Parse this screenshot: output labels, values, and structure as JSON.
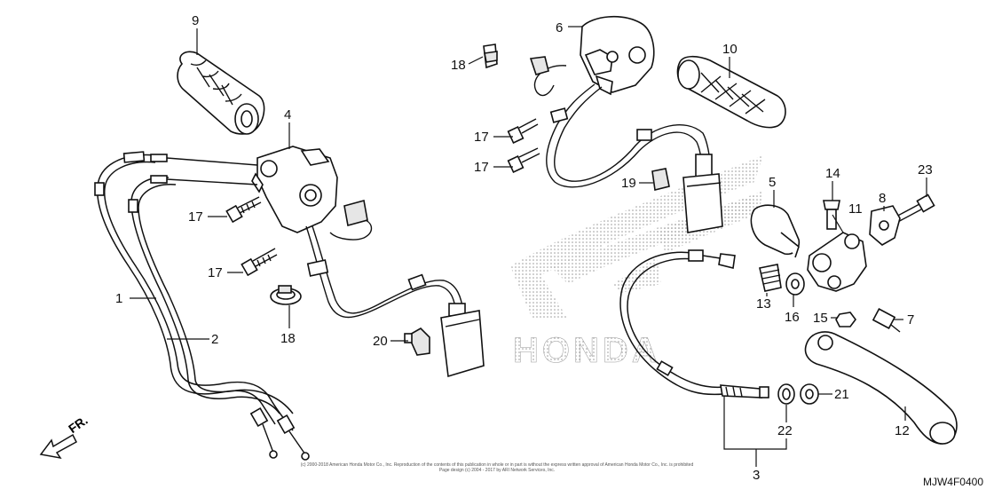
{
  "callouts": [
    {
      "id": "c9",
      "text": "9"
    },
    {
      "id": "c4",
      "text": "4"
    },
    {
      "id": "c17a",
      "text": "17"
    },
    {
      "id": "c17b",
      "text": "17"
    },
    {
      "id": "c1",
      "text": "1"
    },
    {
      "id": "c2",
      "text": "2"
    },
    {
      "id": "c18a",
      "text": "18"
    },
    {
      "id": "c20",
      "text": "20"
    },
    {
      "id": "c6",
      "text": "6"
    },
    {
      "id": "c18b",
      "text": "18"
    },
    {
      "id": "c17c",
      "text": "17"
    },
    {
      "id": "c17d",
      "text": "17"
    },
    {
      "id": "c10",
      "text": "10"
    },
    {
      "id": "c19",
      "text": "19"
    },
    {
      "id": "c5",
      "text": "5"
    },
    {
      "id": "c14",
      "text": "14"
    },
    {
      "id": "c23",
      "text": "23"
    },
    {
      "id": "c8",
      "text": "8"
    },
    {
      "id": "c11",
      "text": "11"
    },
    {
      "id": "c13",
      "text": "13"
    },
    {
      "id": "c16",
      "text": "16"
    },
    {
      "id": "c15",
      "text": "15"
    },
    {
      "id": "c7",
      "text": "7"
    },
    {
      "id": "c21",
      "text": "21"
    },
    {
      "id": "c22",
      "text": "22"
    },
    {
      "id": "c12",
      "text": "12"
    },
    {
      "id": "c3",
      "text": "3"
    }
  ],
  "watermark": "HONDA",
  "direction_label": "FR.",
  "copyright_lines": [
    "(c) 2000-2018 American Honda Motor Co., Inc. Reproduction of the contents of this publication in whole or in part is without the express written approval of American Honda Motor Co., Inc. is prohibited",
    "Page design (c) 2004 - 2017 by ARI Network Services, Inc."
  ],
  "diagram_code": "MJW4F0400"
}
